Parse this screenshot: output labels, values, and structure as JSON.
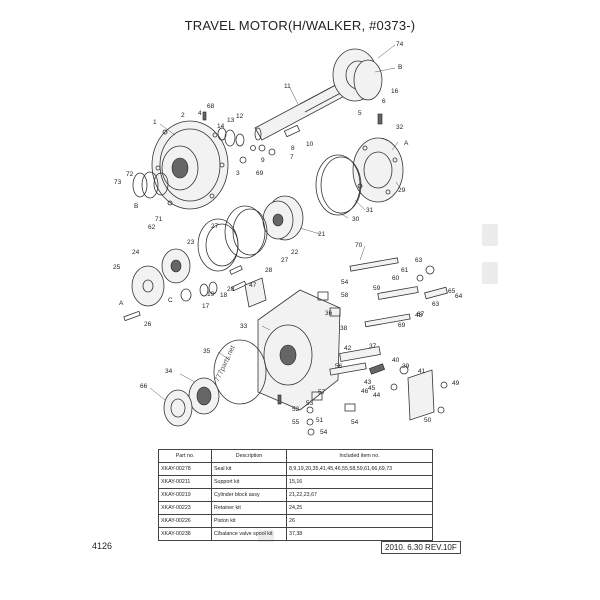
{
  "title": "TRAVEL MOTOR(H/WALKER, #0373-)",
  "watermark": "777parts.net",
  "callouts": [
    {
      "id": "c1",
      "text": "1"
    },
    {
      "id": "c2",
      "text": "2"
    },
    {
      "id": "c3",
      "text": "3"
    },
    {
      "id": "c4",
      "text": "4"
    },
    {
      "id": "c5",
      "text": "5"
    },
    {
      "id": "c6",
      "text": "6"
    },
    {
      "id": "c7",
      "text": "7"
    },
    {
      "id": "c8",
      "text": "8"
    },
    {
      "id": "c9",
      "text": "9"
    },
    {
      "id": "c10",
      "text": "10"
    },
    {
      "id": "c11",
      "text": "11"
    },
    {
      "id": "c12",
      "text": "12"
    },
    {
      "id": "c13",
      "text": "13"
    },
    {
      "id": "c14",
      "text": "14"
    },
    {
      "id": "c16",
      "text": "16"
    },
    {
      "id": "c17",
      "text": "17"
    },
    {
      "id": "c18",
      "text": "18"
    },
    {
      "id": "c19",
      "text": "19"
    },
    {
      "id": "c20",
      "text": "20"
    },
    {
      "id": "c21",
      "text": "21"
    },
    {
      "id": "c22",
      "text": "22"
    },
    {
      "id": "c23",
      "text": "23"
    },
    {
      "id": "c24",
      "text": "24"
    },
    {
      "id": "c25",
      "text": "25"
    },
    {
      "id": "c26",
      "text": "26"
    },
    {
      "id": "c27a",
      "text": "27"
    },
    {
      "id": "c27b",
      "text": "27"
    },
    {
      "id": "c28",
      "text": "28"
    },
    {
      "id": "c29",
      "text": "29"
    },
    {
      "id": "c30",
      "text": "30"
    },
    {
      "id": "c31",
      "text": "31"
    },
    {
      "id": "c32",
      "text": "32"
    },
    {
      "id": "c33",
      "text": "33"
    },
    {
      "id": "c34",
      "text": "34"
    },
    {
      "id": "c35",
      "text": "35"
    },
    {
      "id": "c36",
      "text": "36"
    },
    {
      "id": "c37",
      "text": "37"
    },
    {
      "id": "c38",
      "text": "38"
    },
    {
      "id": "c39",
      "text": "39"
    },
    {
      "id": "c40",
      "text": "40"
    },
    {
      "id": "c41",
      "text": "41"
    },
    {
      "id": "c42",
      "text": "42"
    },
    {
      "id": "c43",
      "text": "43"
    },
    {
      "id": "c44",
      "text": "44"
    },
    {
      "id": "c45",
      "text": "45"
    },
    {
      "id": "c46",
      "text": "46"
    },
    {
      "id": "c47",
      "text": "47"
    },
    {
      "id": "c48",
      "text": "48"
    },
    {
      "id": "c49",
      "text": "49"
    },
    {
      "id": "c50",
      "text": "50"
    },
    {
      "id": "c51",
      "text": "51"
    },
    {
      "id": "c52",
      "text": "52"
    },
    {
      "id": "c53",
      "text": "53"
    },
    {
      "id": "c54a",
      "text": "54"
    },
    {
      "id": "c54b",
      "text": "54"
    },
    {
      "id": "c54c",
      "text": "54"
    },
    {
      "id": "c55",
      "text": "55"
    },
    {
      "id": "c56",
      "text": "56"
    },
    {
      "id": "c57",
      "text": "57"
    },
    {
      "id": "c58",
      "text": "58"
    },
    {
      "id": "c59",
      "text": "59"
    },
    {
      "id": "c60",
      "text": "60"
    },
    {
      "id": "c61",
      "text": "61"
    },
    {
      "id": "c62",
      "text": "62"
    },
    {
      "id": "c63a",
      "text": "63"
    },
    {
      "id": "c63b",
      "text": "63"
    },
    {
      "id": "c64",
      "text": "64"
    },
    {
      "id": "c65",
      "text": "65"
    },
    {
      "id": "c66",
      "text": "66"
    },
    {
      "id": "c67",
      "text": "67"
    },
    {
      "id": "c68",
      "text": "68"
    },
    {
      "id": "c69a",
      "text": "69"
    },
    {
      "id": "c69b",
      "text": "69"
    },
    {
      "id": "c70",
      "text": "70"
    },
    {
      "id": "c71",
      "text": "71"
    },
    {
      "id": "c72",
      "text": "72"
    },
    {
      "id": "c73",
      "text": "73"
    },
    {
      "id": "c74",
      "text": "74"
    },
    {
      "id": "cA1",
      "text": "A"
    },
    {
      "id": "cA2",
      "text": "A"
    },
    {
      "id": "cB1",
      "text": "B"
    },
    {
      "id": "cB2",
      "text": "B"
    },
    {
      "id": "cC1",
      "text": "C"
    },
    {
      "id": "cC2",
      "text": "C"
    }
  ],
  "kit_table": {
    "headers": [
      "Part no.",
      "Description",
      "Included item no."
    ],
    "rows": [
      [
        "XKAY-00278",
        "Seal kit",
        "8,9,19,20,35,41,45,46,55,58,59,61,66,69,73"
      ],
      [
        "XKAY-00211",
        "Support kit",
        "15,16"
      ],
      [
        "XKAY-00219",
        "Cylinder block assy",
        "21,22,23,67"
      ],
      [
        "XKAY-00223",
        "Retainer kit",
        "24,25"
      ],
      [
        "XKAY-00226",
        "Piston kit",
        "26"
      ],
      [
        "XKAY-00238",
        "C/balance valve spool kit",
        "37,38"
      ]
    ]
  },
  "page_number": "4126",
  "revision": "2010. 6.30  REV.10F"
}
